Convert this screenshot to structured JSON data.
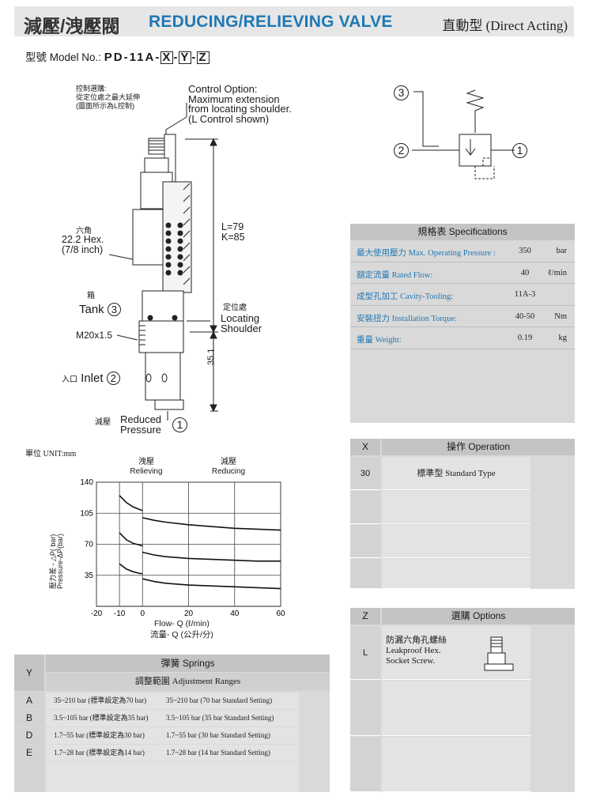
{
  "header": {
    "title_cn": "減壓/洩壓閥",
    "title_en": "REDUCING/RELIEVING VALVE",
    "type_label": "直動型 (Direct Acting)"
  },
  "model": {
    "label": "型號 Model No.:",
    "code_prefix": "PD-11A-",
    "code_x": "X",
    "code_y": "Y",
    "code_z": "Z",
    "dash": "-"
  },
  "drawing": {
    "control_option_cn_1": "控制選購:",
    "control_option_cn_2": "從定位處之最大延伸",
    "control_option_cn_3": "(圖面所示為L控制)",
    "control_option_en_1": "Control Option:",
    "control_option_en_2": "Maximum extension",
    "control_option_en_3": "from locating shoulder.",
    "control_option_en_4": "(L Control shown)",
    "hex_cn": "六角",
    "hex_en_1": "22.2 Hex.",
    "hex_en_2": "(7/8 inch)",
    "l_dim": "L=79",
    "k_dim": "K=85",
    "tank_cn": "箱",
    "tank_en": "Tank",
    "tank_num": "3",
    "locating_cn": "定位處",
    "locating_en_1": "Locating",
    "locating_en_2": "Shoulder",
    "thread": "M20x1.5",
    "inlet_cn": "入口",
    "inlet_en": "Inlet",
    "inlet_num": "2",
    "dim_351": "35.1",
    "reduced_cn": "減壓",
    "reduced_en_1": "Reduced",
    "reduced_en_2": "Pressure",
    "reduced_num": "1",
    "unit": "單位 UNIT:mm"
  },
  "symbol": {
    "port3": "3",
    "port2": "2",
    "port1": "1"
  },
  "specs": {
    "title": "規格表 Specifications",
    "rows": [
      {
        "label": "最大使用壓力 Max. Operating Pressure :",
        "value": "350",
        "unit": "bar"
      },
      {
        "label": "額定流量 Rated Flow:",
        "value": "40",
        "unit": "ℓ/min"
      },
      {
        "label": "成型孔加工 Cavity-Tooling:",
        "value": "11A-3",
        "unit": ""
      },
      {
        "label": "安裝扭力 Installation Torque:",
        "value": "40-50",
        "unit": "Nm"
      },
      {
        "label": "重量 Weight:",
        "value": "0.19",
        "unit": "kg"
      }
    ]
  },
  "chart_data": {
    "type": "line",
    "top_label_left_cn": "洩壓",
    "top_label_left_en": "Relieving",
    "top_label_right_cn": "減壓",
    "top_label_right_en": "Reducing",
    "xlabel_en": "Flow- Q (ℓ/min)",
    "xlabel_cn": "流量- Q (公升/分)",
    "ylabel_cn": "壓力差 - △P( bar)",
    "ylabel_en": "Pressure-ΔP(bar)",
    "xlim": [
      -20,
      60
    ],
    "ylim": [
      0,
      140
    ],
    "x_ticks": [
      "-20",
      "-10",
      "0",
      "20",
      "40",
      "60"
    ],
    "y_ticks": [
      "140",
      "105",
      "70",
      "35"
    ],
    "series": [
      {
        "points": [
          [
            -10,
            125
          ],
          [
            -7,
            117
          ],
          [
            -4,
            112
          ],
          [
            -1,
            109
          ],
          [
            0,
            108
          ]
        ]
      },
      {
        "points": [
          [
            0,
            100
          ],
          [
            5,
            97
          ],
          [
            10,
            95
          ],
          [
            20,
            92
          ],
          [
            30,
            90
          ],
          [
            40,
            88
          ],
          [
            50,
            87
          ],
          [
            60,
            86
          ]
        ]
      },
      {
        "points": [
          [
            -10,
            83
          ],
          [
            -7,
            75
          ],
          [
            -4,
            71
          ],
          [
            -1,
            69
          ],
          [
            0,
            68
          ]
        ]
      },
      {
        "points": [
          [
            0,
            61
          ],
          [
            5,
            58
          ],
          [
            10,
            56
          ],
          [
            20,
            54
          ],
          [
            30,
            53
          ],
          [
            40,
            52
          ],
          [
            50,
            51
          ],
          [
            60,
            51
          ]
        ]
      },
      {
        "points": [
          [
            -10,
            48
          ],
          [
            -7,
            42
          ],
          [
            -4,
            39
          ],
          [
            -1,
            37
          ],
          [
            0,
            37
          ]
        ]
      },
      {
        "points": [
          [
            0,
            31
          ],
          [
            5,
            28
          ],
          [
            10,
            26
          ],
          [
            20,
            24
          ],
          [
            30,
            23
          ],
          [
            40,
            22
          ],
          [
            50,
            21
          ],
          [
            60,
            20
          ]
        ]
      }
    ]
  },
  "springs": {
    "key_header": "Y",
    "title": "彈簧 Springs",
    "subtitle": "調整範圍 Adjustment Ranges",
    "rows": [
      {
        "key": "A",
        "cn": "35~210 bar (標準設定為70 bar)",
        "en": "35~210 bar  (70 bar Standard Setting)"
      },
      {
        "key": "B",
        "cn": "3.5~105 bar (標準設定為35 bar)",
        "en": "3.5~105 bar  (35 bar Standard Setting)"
      },
      {
        "key": "D",
        "cn": "1.7~55 bar (標準設定為30 bar)",
        "en": "1.7~55 bar  (30 bar Standard Setting)"
      },
      {
        "key": "E",
        "cn": "1.7~28 bar (標準設定為14 bar)",
        "en": "1.7~28  bar  (14 bar Standard Setting)"
      }
    ]
  },
  "operation": {
    "key_header": "X",
    "title": "操作 Operation",
    "row_key": "30",
    "row_text": "標準型 Standard Type"
  },
  "options": {
    "key_header": "Z",
    "title": "選購 Options",
    "row_key": "L",
    "row_cn": "防漏六角孔螺絲",
    "row_en_1": "Leakproof Hex.",
    "row_en_2": "Socket Screw."
  }
}
